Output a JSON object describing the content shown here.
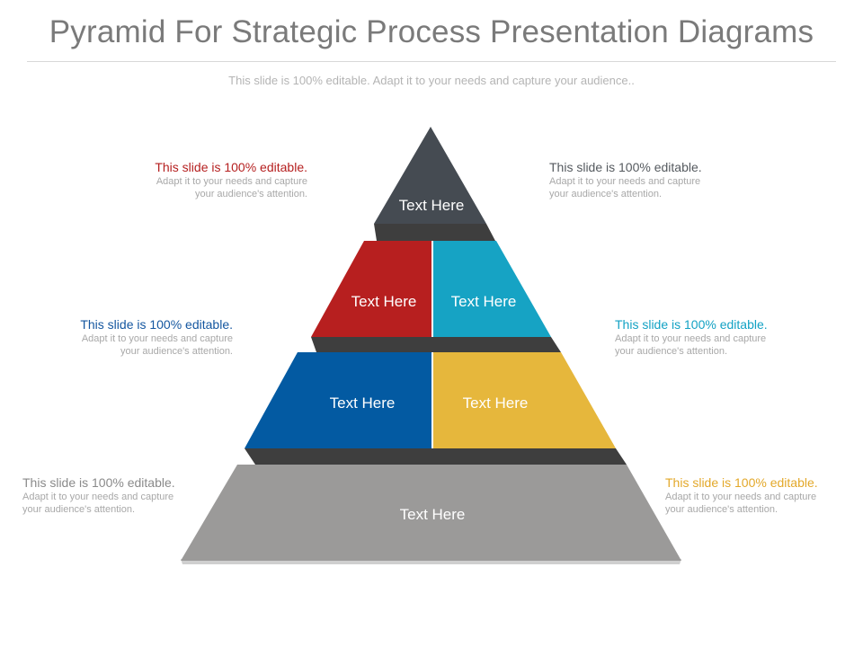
{
  "header": {
    "title": "Pyramid For Strategic Process Presentation Diagrams",
    "subtitle": "This slide is 100% editable. Adapt it to your needs and capture your audience.."
  },
  "pyramid": {
    "top": "Text Here",
    "second_left": "Text Here",
    "second_right": "Text Here",
    "third_left": "Text Here",
    "third_right": "Text Here",
    "base": "Text Here"
  },
  "notes": [
    {
      "head": "This slide is 100% editable.",
      "line1": "Adapt it to your needs and capture",
      "line2": "your audience's attention.",
      "color": "#b51f1f"
    },
    {
      "head": "This slide is 100% editable.",
      "line1": "Adapt it to your needs and capture",
      "line2": "your audience's attention.",
      "color": "#555a5f"
    },
    {
      "head": "This slide is 100% editable.",
      "line1": "Adapt it to your needs and capture",
      "line2": "your audience's attention.",
      "color": "#1557a0"
    },
    {
      "head": "This slide is 100% editable.",
      "line1": "Adapt it to your needs and capture",
      "line2": "your audience's attention.",
      "color": "#13a2c4"
    },
    {
      "head": "This slide is 100% editable.",
      "line1": "Adapt it to your needs and capture",
      "line2": "your audience's attention.",
      "color": "#8a8a8a"
    },
    {
      "head": "This slide is 100% editable.",
      "line1": "Adapt it to your needs and capture",
      "line2": "your audience's attention.",
      "color": "#e3a82a"
    }
  ],
  "colors": {
    "top": "#454b52",
    "red": "#b71f1f",
    "cyan": "#16a3c4",
    "blue": "#035aa2",
    "yellow": "#e6b73c",
    "base": "#9b9a99",
    "shadow": "#3e3e3e"
  }
}
